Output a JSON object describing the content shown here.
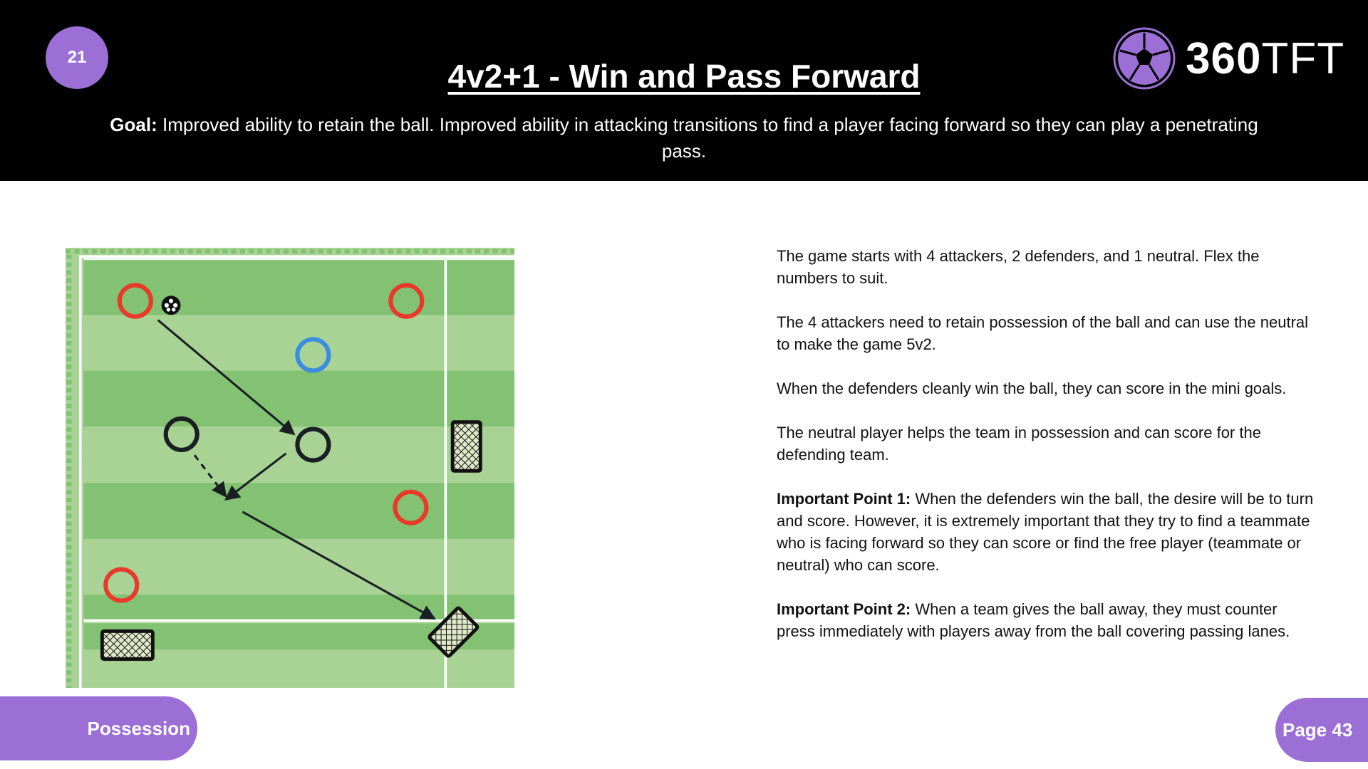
{
  "header": {
    "session_number": "21",
    "title": "4v2+1 - Win and Pass Forward",
    "goal_label": "Goal:",
    "goal_text": " Improved ability to retain the ball. Improved ability in attacking transitions to find a player facing forward so they can play a penetrating pass.",
    "logo_text_bold": "360",
    "logo_text": "TFT"
  },
  "colors": {
    "accent": "#9b6fd6",
    "attacker": "#e8392b",
    "neutral": "#3a8de0",
    "defender": "#1a1f24",
    "pitch_dark": "#82c272",
    "pitch_light": "#a8d394"
  },
  "description": {
    "paragraphs": [
      {
        "label": "",
        "text": "The game starts with 4 attackers, 2 defenders, and 1 neutral.  Flex the numbers to suit."
      },
      {
        "label": "",
        "text": "The 4 attackers need to retain possession of the ball and can use the neutral to make the game 5v2."
      },
      {
        "label": "",
        "text": "When the defenders cleanly win the ball, they can score in the mini goals."
      },
      {
        "label": "",
        "text": "The neutral player helps the team in possession and can score for the defending team."
      },
      {
        "label": "Important Point 1:",
        "text": " When the defenders win the ball, the desire will be to turn and score. However, it is extremely important that they try to find a teammate who is facing forward so they can score or find the free player (teammate or neutral) who can score."
      },
      {
        "label": "Important Point 2:",
        "text": " When a team gives the ball away, they must counter press immediately with players away from the ball covering passing lanes."
      }
    ]
  },
  "footer": {
    "category": "Possession",
    "page": "Page 43"
  }
}
